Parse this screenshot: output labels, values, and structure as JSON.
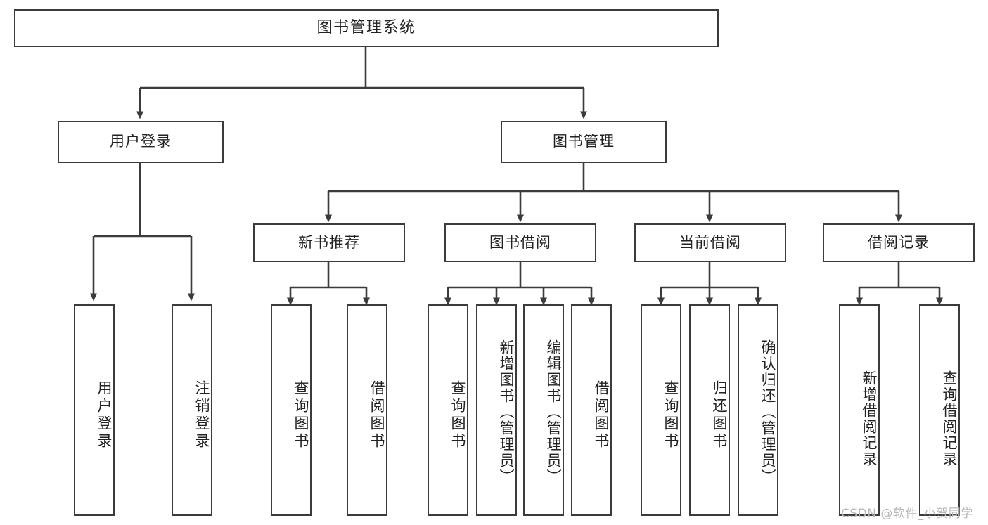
{
  "diagram": {
    "type": "hierarchy-tree",
    "title_node": {
      "label": "图书管理系统"
    },
    "level2": [
      {
        "id": "user-login",
        "label": "用户登录"
      },
      {
        "id": "book-management",
        "label": "图书管理"
      }
    ],
    "level3": [
      {
        "id": "new-book-recommend",
        "label": "新书推荐",
        "parent": "book-management"
      },
      {
        "id": "book-borrow",
        "label": "图书借阅",
        "parent": "book-management"
      },
      {
        "id": "current-borrow",
        "label": "当前借阅",
        "parent": "book-management"
      },
      {
        "id": "borrow-record",
        "label": "借阅记录",
        "parent": "book-management"
      }
    ],
    "leaves": {
      "user_login": [
        {
          "id": "leaf-user-login",
          "label": "用户登录"
        },
        {
          "id": "leaf-logout-login",
          "label": "注销登录"
        }
      ],
      "new_book_recommend": [
        {
          "id": "leaf-query-book-1",
          "label": "查询图书"
        },
        {
          "id": "leaf-borrow-book-1",
          "label": "借阅图书"
        }
      ],
      "book_borrow": [
        {
          "id": "leaf-query-book-2",
          "label": "查询图书"
        },
        {
          "id": "leaf-add-book",
          "label": "新增图书（管理员）"
        },
        {
          "id": "leaf-edit-book",
          "label": "编辑图书（管理员）"
        },
        {
          "id": "leaf-borrow-book-2",
          "label": "借阅图书"
        }
      ],
      "current_borrow": [
        {
          "id": "leaf-query-book-3",
          "label": "查询图书"
        },
        {
          "id": "leaf-return-book",
          "label": "归还图书"
        },
        {
          "id": "leaf-confirm-return",
          "label": "确认归还（管理员）"
        }
      ],
      "borrow_record": [
        {
          "id": "leaf-add-record",
          "label": "新增借阅记录"
        },
        {
          "id": "leaf-query-record",
          "label": "查询借阅记录"
        }
      ]
    }
  },
  "watermark": {
    "text": "CSDN @软件_小贺同学"
  },
  "colors": {
    "stroke": "#3b3b3b",
    "box_fill": "#ffffff",
    "text": "#222222",
    "watermark": "#b9b9b9",
    "background": "#ffffff"
  }
}
